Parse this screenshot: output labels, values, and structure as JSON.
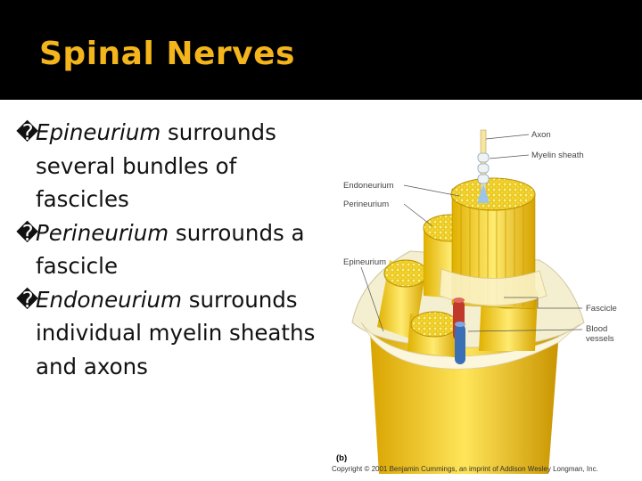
{
  "slide": {
    "title": "Spinal Nerves",
    "bullet_marker": "�",
    "bullets": [
      {
        "term": "Epineurium",
        "text": " surrounds several bundles of fascicles"
      },
      {
        "term": "Perineurium",
        "text": " surrounds a fascicle"
      },
      {
        "term": "Endoneurium",
        "text": " surrounds individual myelin sheaths and axons"
      }
    ]
  },
  "figure": {
    "labels": {
      "axon": "Axon",
      "myelin_sheath": "Myelin sheath",
      "endoneurium": "Endoneurium",
      "perineurium": "Perineurium",
      "epineurium": "Epineurium",
      "fascicle": "Fascicle",
      "blood_vessels_1": "Blood",
      "blood_vessels_2": "vessels",
      "panel": "(b)"
    },
    "copyright": "Copyright © 2001 Benjamin Cummings, an imprint of Addison Wesley Longman, Inc."
  },
  "colors": {
    "title": "#f3b51b",
    "background": "#000000",
    "nerve_yellow": "#f2d13a",
    "artery": "#c0392b",
    "vein": "#3b6fb5"
  }
}
